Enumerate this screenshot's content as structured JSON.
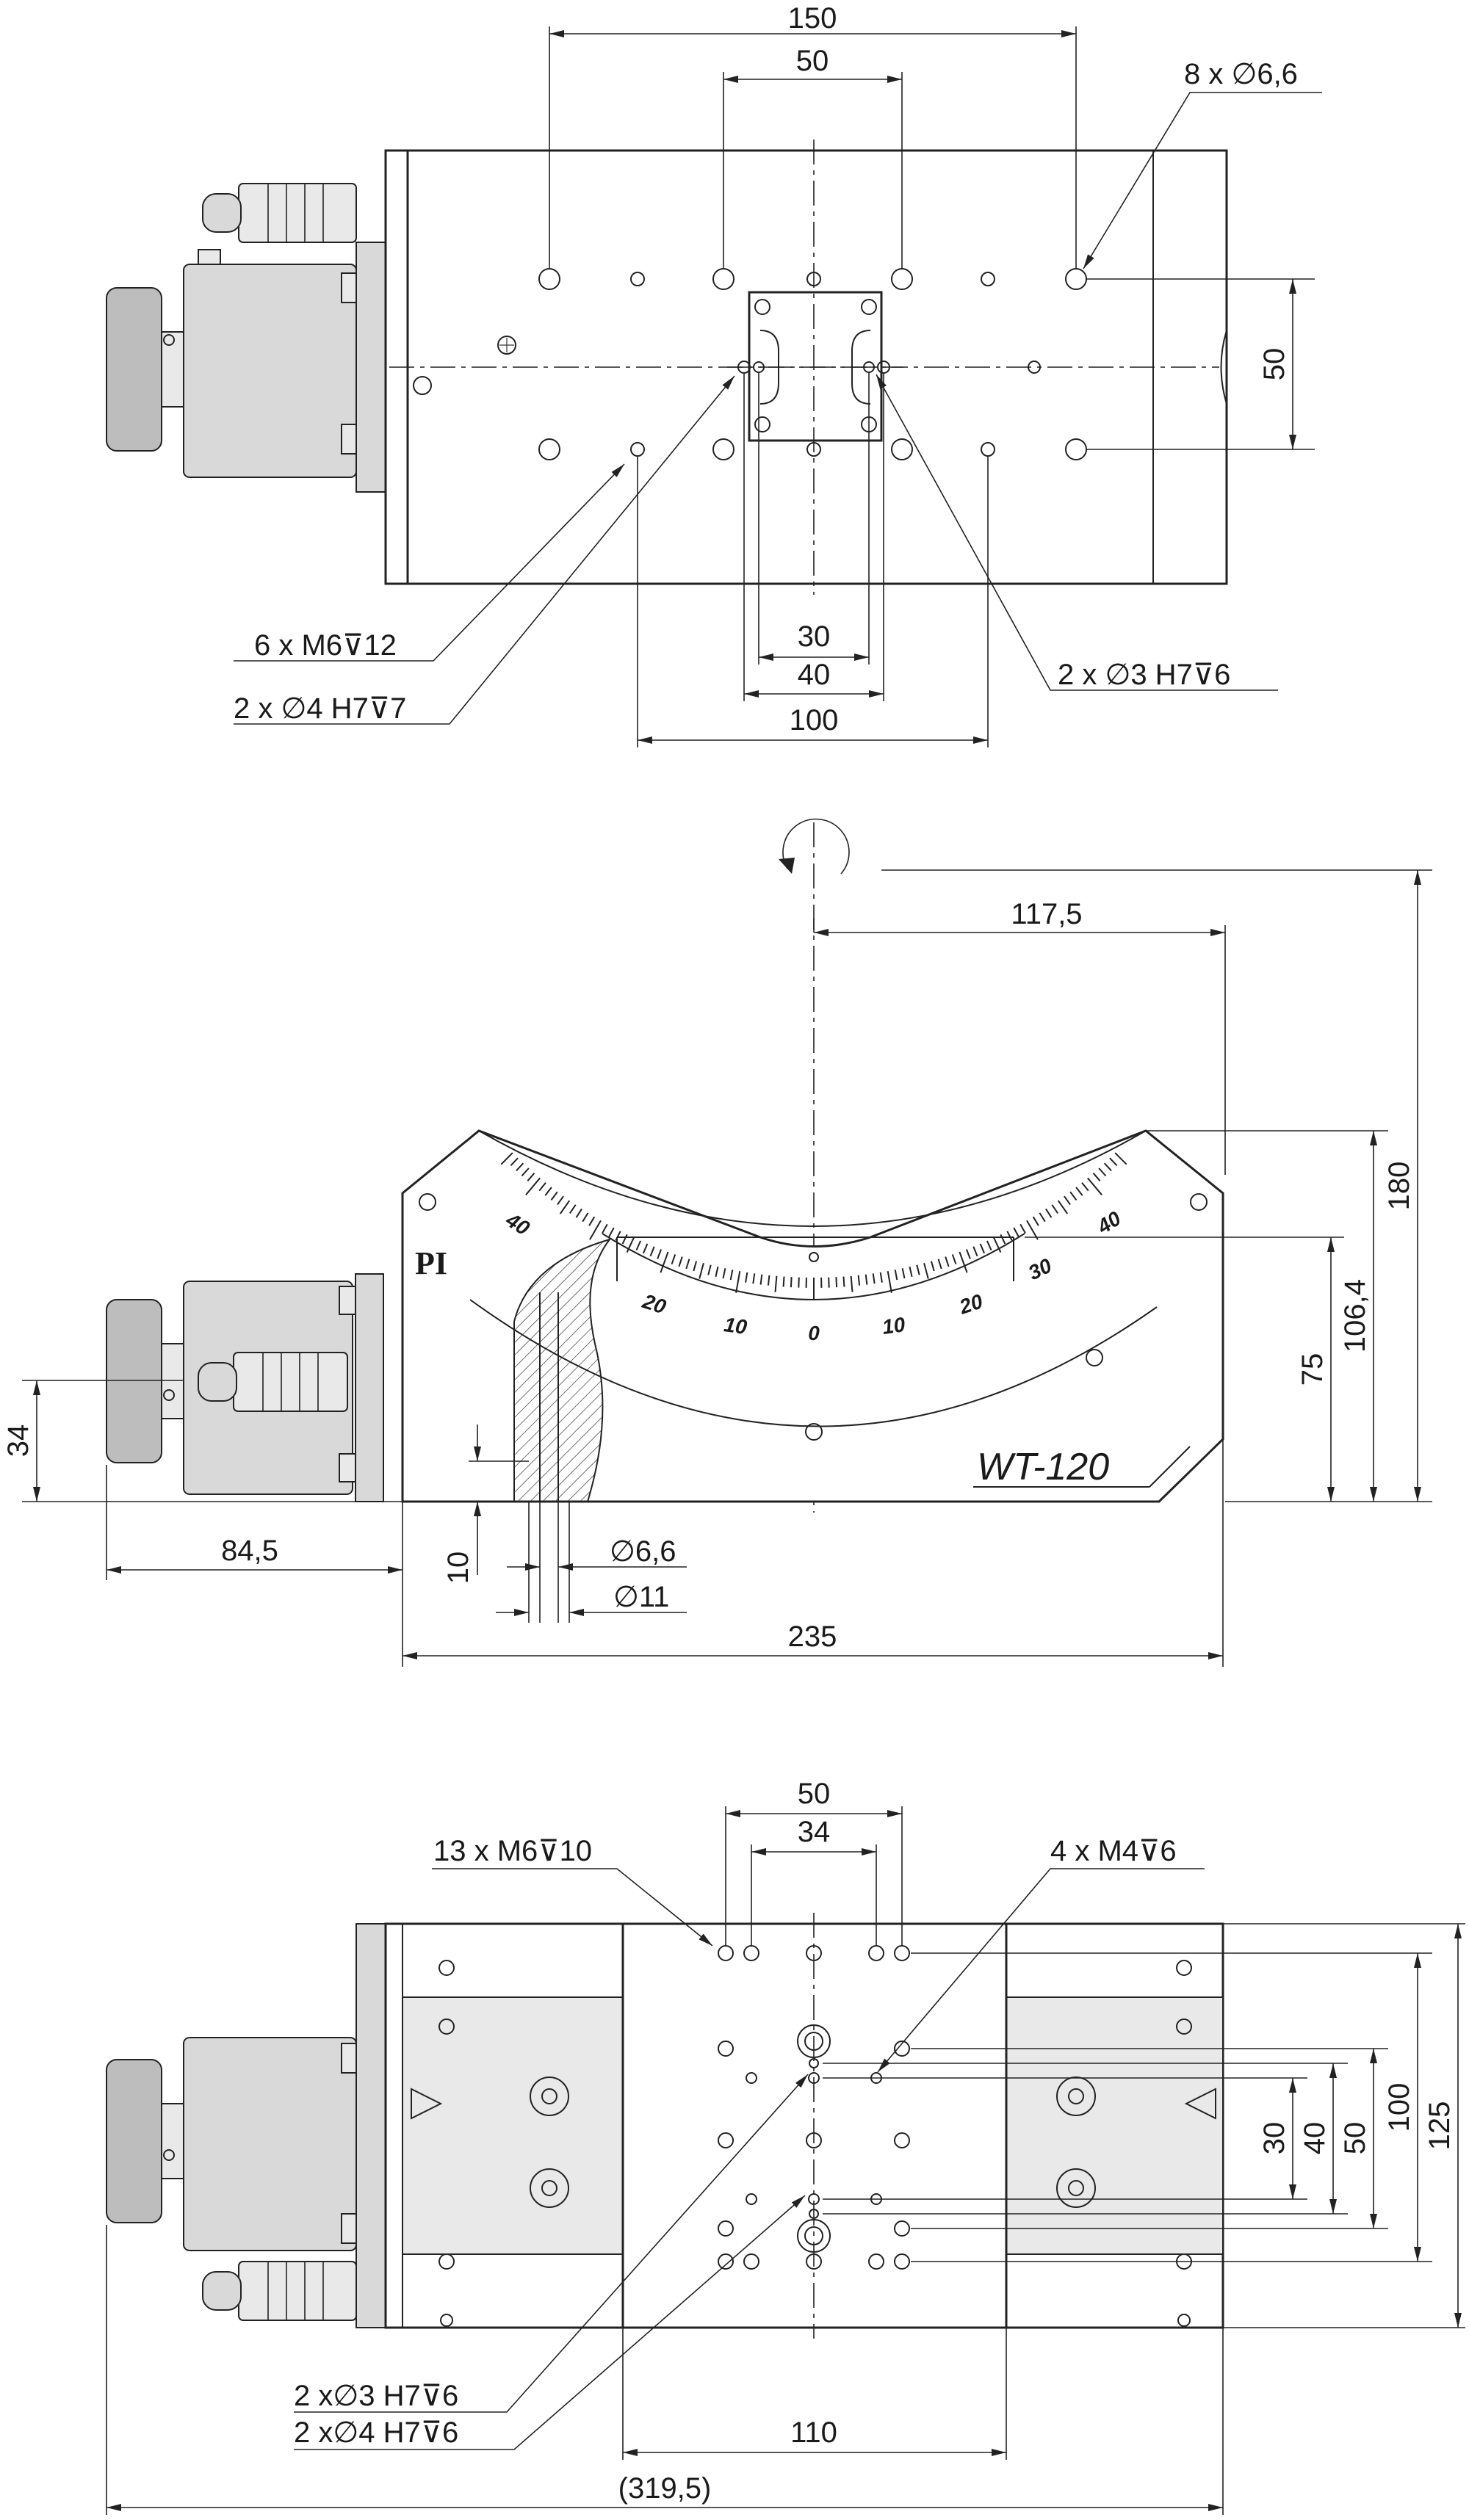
{
  "top_view": {
    "dim_150": "150",
    "dim_50_top": "50",
    "dim_50_right": "50",
    "dim_30": "30",
    "dim_40": "40",
    "dim_100": "100",
    "callout_holes_66": "8 x ∅6,6",
    "callout_m6_12": "6 x M6⊽12",
    "callout_d4_7": "2 x ∅4 H7⊽7",
    "callout_d3_6": "2 x ∅3 H7⊽6"
  },
  "side_view": {
    "dim_117_5": "117,5",
    "dim_180": "180",
    "dim_106_4": "106,4",
    "dim_75": "75",
    "dim_34": "34",
    "dim_84_5": "84,5",
    "dim_10": "10",
    "dim_6_6": "∅6,6",
    "dim_11": "∅11",
    "dim_235": "235",
    "brand": "PI",
    "model": "WT-120",
    "scale_labels": [
      "40",
      "20",
      "10",
      "0",
      "10",
      "20",
      "30",
      "40"
    ]
  },
  "bottom_view": {
    "dim_50": "50",
    "dim_34": "34",
    "dim_30": "30",
    "dim_40": "40",
    "dim_50_right": "50",
    "dim_100": "100",
    "dim_125": "125",
    "dim_110": "110",
    "dim_319_5": "(319,5)",
    "callout_m6_10": "13 x M6⊽10",
    "callout_m4_6": "4 x M4⊽6",
    "callout_d3_6": "2 x∅3 H7⊽6",
    "callout_d4_6": "2 x∅4 H7⊽6"
  }
}
